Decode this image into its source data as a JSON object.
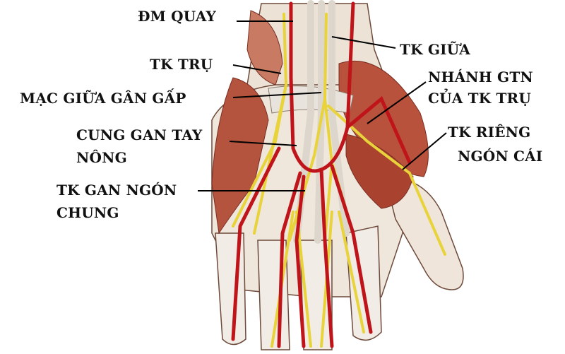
{
  "labels": {
    "dm_quay": "ĐM QUAY",
    "tk_giua": "TK GIỮA",
    "tk_tru": "TK TRỤ",
    "mac_giua_gan_gap": "MẠC GIỮA GÂN GẤP",
    "nhanh_gtn_line1": "NHÁNH GTN",
    "nhanh_gtn_line2": "CỦA TK   TRỤ",
    "cung_gan_tay_line1": "CUNG GAN TAY",
    "cung_gan_tay_line2": "NÔNG",
    "tk_rieng_line1": "TK RIÊNG",
    "tk_rieng_line2": "NGÓN CÁI",
    "tk_gan_ngon_line1": "TK GAN NGÓN",
    "tk_gan_ngon_line2": "CHUNG"
  },
  "colors": {
    "artery": "#c0141b",
    "nerve": "#e8d33a",
    "muscle": "#b8523c",
    "tendon": "#ebe6dc",
    "skin": "#f2ece6",
    "outline": "#6d4a3a"
  }
}
